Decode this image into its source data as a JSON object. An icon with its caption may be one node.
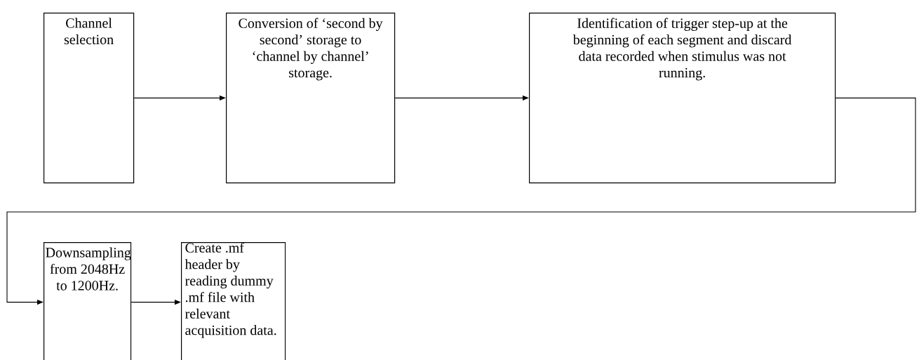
{
  "diagram": {
    "nodes": [
      {
        "text": [
          "Channel selection"
        ]
      },
      {
        "text": [
          "Conversion of ‘second by second’ storage to ‘channel by channel’ storage."
        ]
      },
      {
        "text": [
          "Identification of trigger step-up at the beginning of each segment and discard data recorded when stimulus was not running."
        ]
      },
      {
        "text": [
          "Downsampling from 2048Hz to 1200Hz."
        ]
      },
      {
        "text": [
          "Create .mf header by reading dummy .mf file with relevant acquisition data."
        ]
      }
    ],
    "edges": [
      {
        "from": 0,
        "to": 1,
        "arrow": "to"
      },
      {
        "from": 1,
        "to": 2,
        "arrow": "to"
      },
      {
        "from": 2,
        "to": 3,
        "arrow": "to"
      },
      {
        "from": 3,
        "to": 4,
        "arrow": "to"
      }
    ]
  }
}
